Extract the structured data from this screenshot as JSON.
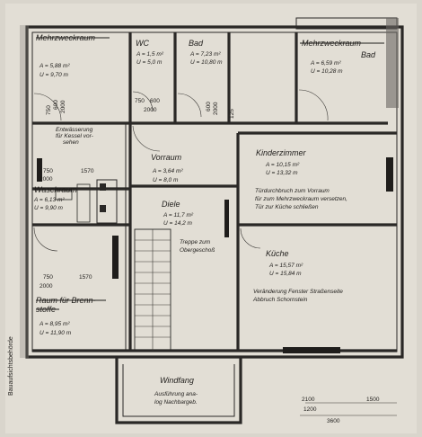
{
  "rooms": {
    "mehrzweck": {
      "name": "Mehrzweckraum",
      "area": "A = 5,88 m²",
      "perim": "U = 9,70 m"
    },
    "wc": {
      "name": "WC",
      "area": "A = 1,5 m²",
      "perim": "U = 5,0 m"
    },
    "bad": {
      "name": "Bad",
      "area": "A = 7,23 m²",
      "perim": "U = 10,80 m"
    },
    "top_right": {
      "name": "Mehrzweckraum",
      "replacement": "Bad",
      "area": "A = 6,59 m²",
      "perim": "U = 10,28 m"
    },
    "vorraum": {
      "name": "Vorraum",
      "area": "A = 3,64 m²",
      "perim": "U = 8,0 m"
    },
    "kinderzimmer": {
      "name": "Kinderzimmer",
      "area": "A = 10,15 m²",
      "perim": "U = 13,32 m"
    },
    "waschraum": {
      "name": "Waschraum",
      "area": "A = 6,13 m²",
      "perim": "U = 9,90 m"
    },
    "diele": {
      "name": "Diele",
      "area": "A = 11,7 m²",
      "perim": "U = 14,2 m"
    },
    "kueche": {
      "name": "Küche",
      "area": "A = 15,57 m²",
      "perim": "U = 15,84 m"
    },
    "brennstoffe": {
      "name1": "Raum für Brenn-",
      "name2": "stoffe",
      "area": "A = 8,95 m²",
      "perim": "U = 11,90 m"
    },
    "windfang": {
      "name": "Windfang"
    }
  },
  "notes": {
    "entwaesserung": [
      "Entwässerung",
      "für Kessel vor-",
      "sehen"
    ],
    "tuerdurchbruch": [
      "Türdurchbruch zum Vorraum",
      "für zum Mehrzweckraum versetzen,",
      "Tür zur Küche schließen"
    ],
    "treppe": [
      "Treppe zum",
      "Obergeschoß"
    ],
    "fenster": [
      "Veränderung Fenster Straßenseite",
      "Abbruch Schornstein"
    ],
    "windfang": [
      "Ausführung ana-",
      "log Nachbargeb."
    ]
  },
  "dims": {
    "d750": "750",
    "d600": "600",
    "d2000": "2000",
    "d1570": "1570",
    "d125": "125",
    "d2100": "2100",
    "d1500": "1500",
    "d1200": "1200",
    "d3600": "3600"
  },
  "stamp": "Bauaufsichtsbehörde"
}
